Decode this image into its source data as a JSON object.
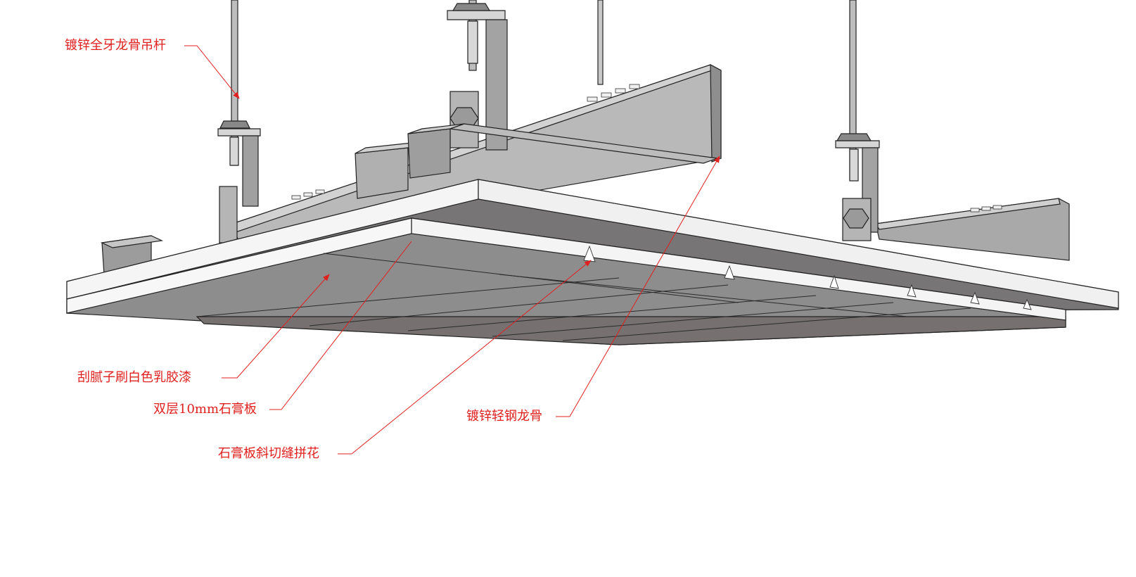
{
  "colors": {
    "annotation": "#e0201f",
    "steel_light": "#c4c4c4",
    "steel_mid": "#a8a8a8",
    "steel_dark": "#7e7e7e",
    "board_face": "#8a8a8a",
    "board_edge": "#f4f4f4",
    "board_shadow": "#6f6668",
    "outline": "#222222"
  },
  "labels": {
    "rod": "镀锌全牙龙骨吊杆",
    "putty": "刮腻子刷白色乳胶漆",
    "gypsum": "双层10mm石膏板",
    "keel": "镀锌轻钢龙骨",
    "bevel": "石膏板斜切缝拼花"
  }
}
